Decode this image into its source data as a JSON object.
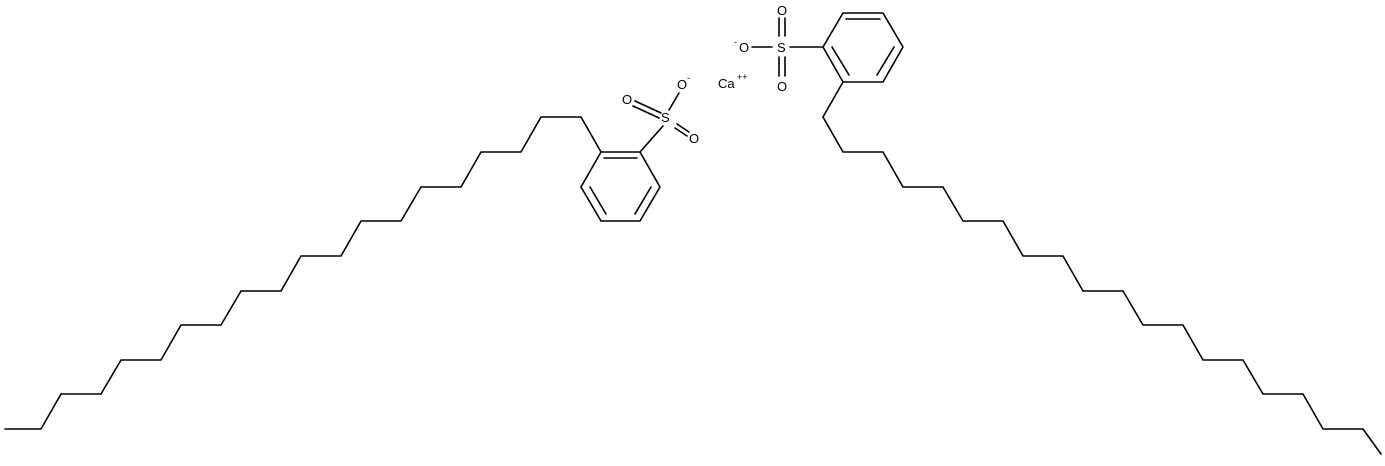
{
  "molecule": {
    "counter_ion": {
      "element": "Ca",
      "charge": "++"
    },
    "left_anion": {
      "sulfur": "S",
      "oxygen_a": "O",
      "oxygen_b": "O",
      "oxygen_minus": "O",
      "oxygen_minus_charge": "-"
    },
    "right_anion": {
      "sulfur": "S",
      "oxygen_a": "O",
      "oxygen_b": "O",
      "oxygen_minus": "O",
      "oxygen_minus_charge": "-"
    }
  }
}
